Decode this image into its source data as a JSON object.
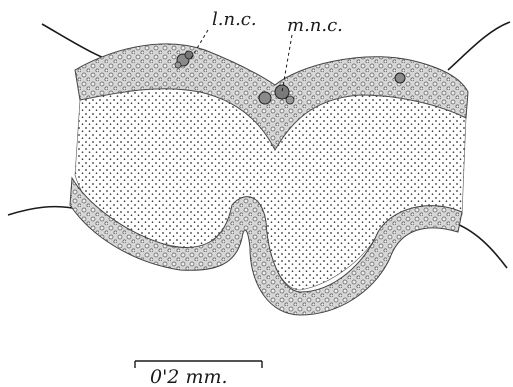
{
  "labels": {
    "lateral": "l.n.c.",
    "median": "m.n.c."
  },
  "scale_bar": {
    "text": "0'2 mm."
  },
  "colors": {
    "ink": "#1a1a1a",
    "stipple": "#333333",
    "band_fill": "#d9d9d9",
    "paper": "#ffffff"
  }
}
